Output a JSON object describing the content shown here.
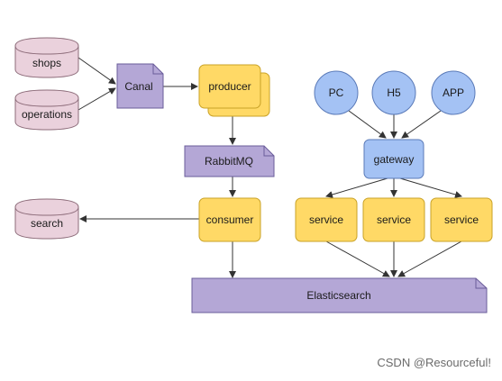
{
  "colors": {
    "db_fill": "#ead1dc",
    "db_stroke": "#8c6b79",
    "purple_fill": "#b4a7d6",
    "purple_stroke": "#6a5c9a",
    "yellow_fill": "#ffd966",
    "yellow_stroke": "#c9a227",
    "blue_fill": "#a4c2f4",
    "blue_stroke": "#5a7ab8",
    "line": "#333333"
  },
  "nodes": {
    "shops": "shops",
    "operations": "operations",
    "search": "search",
    "canal": "Canal",
    "producer": "producer",
    "rabbitmq": "RabbitMQ",
    "consumer": "consumer",
    "pc": "PC",
    "h5": "H5",
    "app": "APP",
    "gateway": "gateway",
    "service_1": "service",
    "service_2": "service",
    "service_3": "service",
    "elasticsearch": "Elasticsearch"
  },
  "watermark": "CSDN @Resourceful!"
}
